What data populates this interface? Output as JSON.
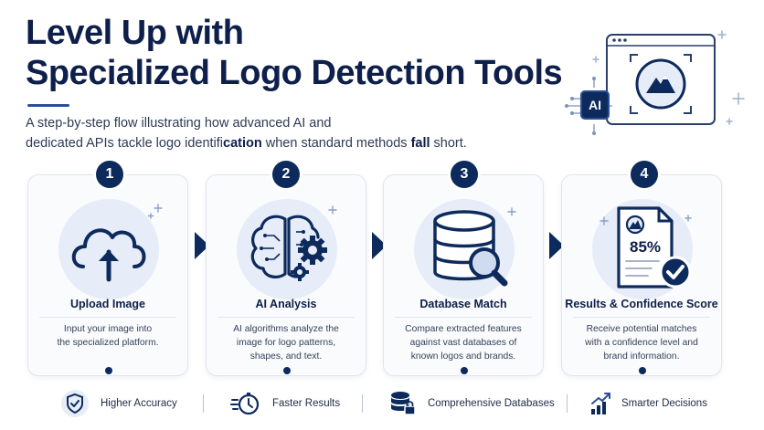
{
  "title": {
    "line1": "Level Up with",
    "line2": "Specialized Logo Detection Tools"
  },
  "subtitle": {
    "line1": "A step-by-step flow illustrating how advanced AI and",
    "line2_a": "dedicated APIs tackle logo identifi",
    "line2_b": "cation",
    "line2_c": " when standard methods ",
    "line2_d": "fall",
    "line2_e": " short."
  },
  "hero": {
    "chip_label": "AI"
  },
  "steps": [
    {
      "number": "1",
      "title": "Upload Image",
      "icon": "cloud-upload-icon",
      "desc": [
        "Input your image into",
        "the specialized platform."
      ]
    },
    {
      "number": "2",
      "title": "AI Analysis",
      "icon": "brain-gears-icon",
      "desc": [
        "AI algorithms analyze the",
        "image for logo patterns,",
        "shapes, and text."
      ]
    },
    {
      "number": "3",
      "title": "Database Match",
      "icon": "database-search-icon",
      "desc": [
        "Compare extracted features",
        "against vast databases of",
        "known logos and brands."
      ]
    },
    {
      "number": "4",
      "title": "Results & Confidence Score",
      "icon": "result-document-icon",
      "score": "85%",
      "desc": [
        "Receive potential matches",
        "with a confidence level and",
        "brand information."
      ]
    }
  ],
  "features": [
    {
      "label": "Higher Accuracy",
      "icon": "shield-check-icon"
    },
    {
      "label": "Faster Results",
      "icon": "speed-clock-icon"
    },
    {
      "label": "Comprehensive Databases",
      "icon": "database-lock-icon"
    },
    {
      "label": "Smarter Decisions",
      "icon": "growth-chart-icon"
    }
  ],
  "colors": {
    "navy": "#0d2a5c",
    "accent": "#2b4f96",
    "light": "#e6edf8"
  }
}
